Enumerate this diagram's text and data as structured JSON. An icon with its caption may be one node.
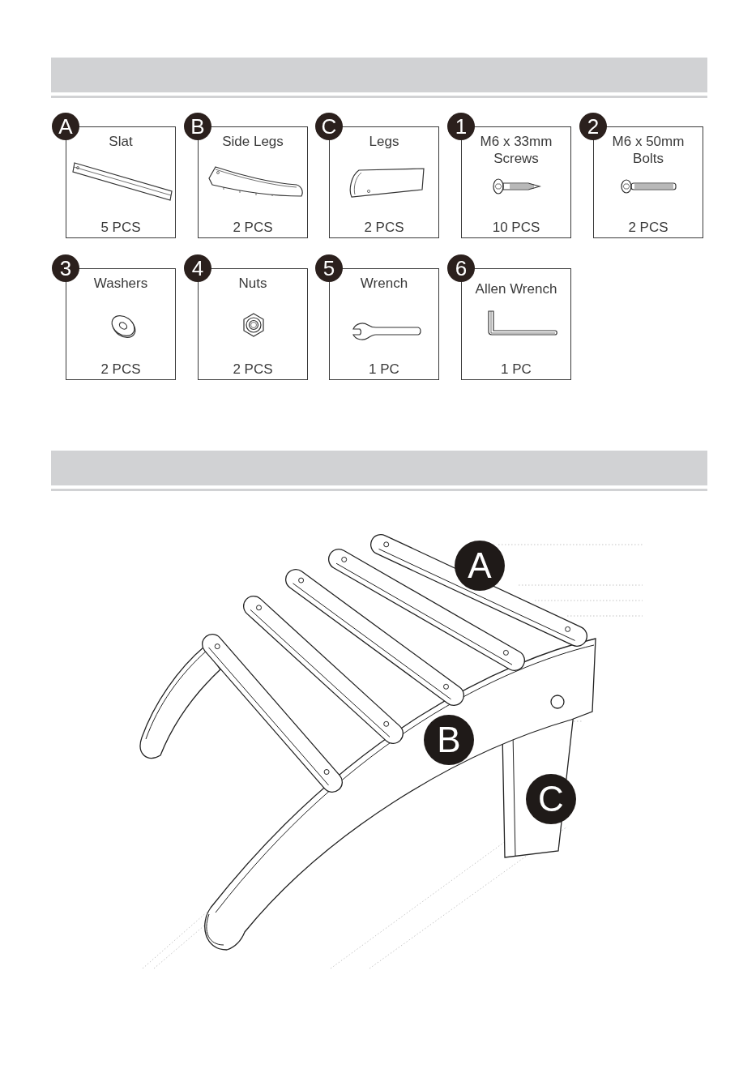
{
  "diagram": {
    "nodes": [
      {
        "text": [
          "A"
        ]
      },
      {
        "text": [
          "Slat",
          "5 PCS"
        ]
      },
      {
        "text": [
          "B"
        ]
      },
      {
        "text": [
          "Side Legs",
          "2 PCS"
        ]
      },
      {
        "text": [
          "C"
        ]
      },
      {
        "text": [
          "Legs",
          "2 PCS"
        ]
      },
      {
        "text": [
          "1"
        ]
      },
      {
        "text": [
          "M6 x 33mm Screws",
          "10 PCS"
        ]
      },
      {
        "text": [
          "2"
        ]
      },
      {
        "text": [
          "M6 x 50mm Bolts",
          "2 PCS"
        ]
      },
      {
        "text": [
          "3"
        ]
      },
      {
        "text": [
          "Washers",
          "2 PCS"
        ]
      },
      {
        "text": [
          "4"
        ]
      },
      {
        "text": [
          "Nuts",
          "2 PCS"
        ]
      },
      {
        "text": [
          "5"
        ]
      },
      {
        "text": [
          "Wrench",
          "1 PC"
        ]
      },
      {
        "text": [
          "6"
        ]
      },
      {
        "text": [
          "Allen Wrench",
          "1 PC"
        ]
      },
      {
        "text": [
          "A"
        ]
      },
      {
        "text": [
          "B"
        ]
      },
      {
        "text": [
          "C"
        ]
      }
    ]
  }
}
